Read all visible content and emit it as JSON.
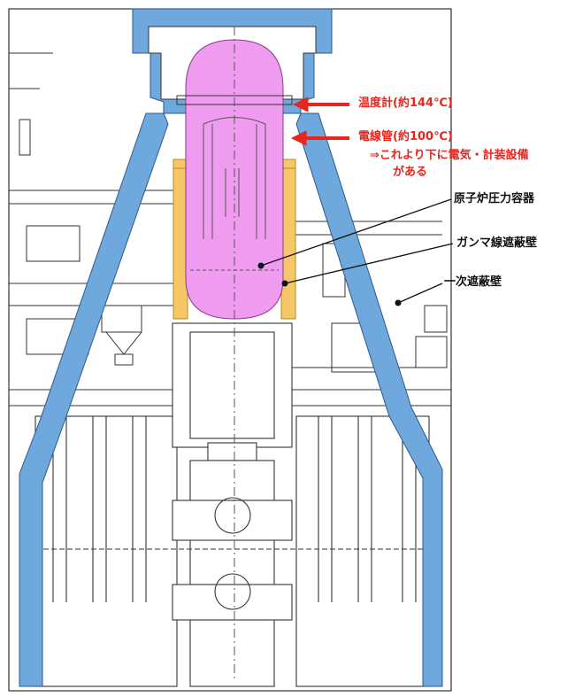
{
  "annotations": {
    "thermometer": "温度計(約144℃)",
    "conduit": "電線管(約100℃)",
    "conduit_note_line1": "⇒これより下に電気・計装設備",
    "conduit_note_line2": "がある",
    "rpv": "原子炉圧力容器",
    "gamma_shield": "ガンマ線遮蔽壁",
    "primary_shield": "一次遮蔽壁"
  },
  "colors": {
    "primary_shield_fill": "#6fa8dc",
    "gamma_shield_fill": "#f6c766",
    "rpv_fill": "#ef9bef",
    "annotation_red": "#e8251f",
    "drawing_line": "#222222"
  },
  "icons": {
    "thermometer_arrow": "left-arrow-icon",
    "conduit_arrow": "left-arrow-icon"
  }
}
